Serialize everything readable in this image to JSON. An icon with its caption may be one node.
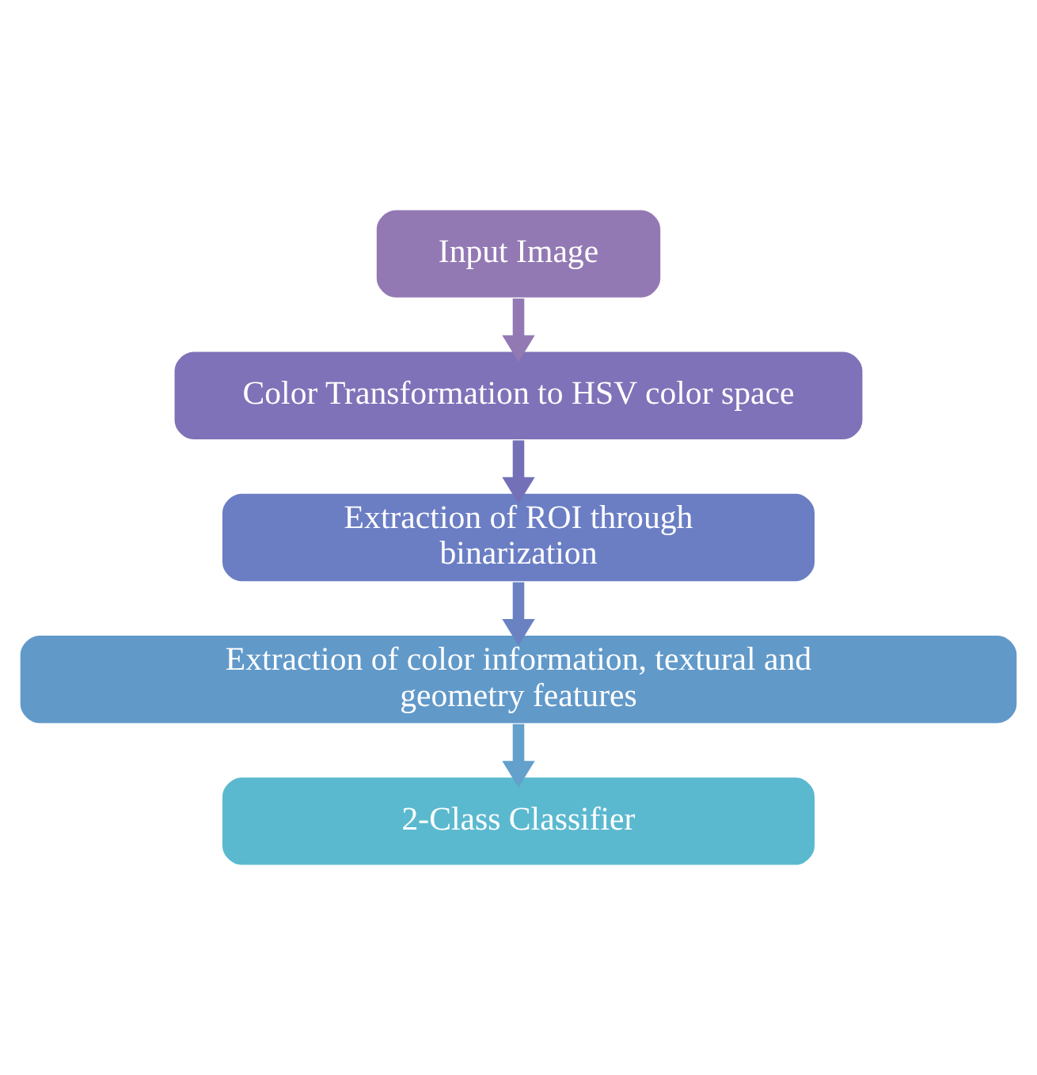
{
  "diagram": {
    "nodes": [
      {
        "text": [
          "Input Image"
        ]
      },
      {
        "text": [
          "Color Transformation to HSV color space"
        ]
      },
      {
        "text": [
          "Extraction of ROI through binarization"
        ]
      },
      {
        "text": [
          "Extraction of color information, textural and geometry features"
        ]
      },
      {
        "text": [
          "2-Class Classifier"
        ]
      }
    ],
    "edges": [
      {
        "from": 0,
        "to": 1,
        "arrow": "to",
        "color": "#9379b3"
      },
      {
        "from": 1,
        "to": 2,
        "arrow": "to",
        "color": "#7470b8"
      },
      {
        "from": 2,
        "to": 3,
        "arrow": "to",
        "color": "#6a82c2"
      },
      {
        "from": 3,
        "to": 4,
        "arrow": "to",
        "color": "#63a0cc"
      }
    ]
  }
}
